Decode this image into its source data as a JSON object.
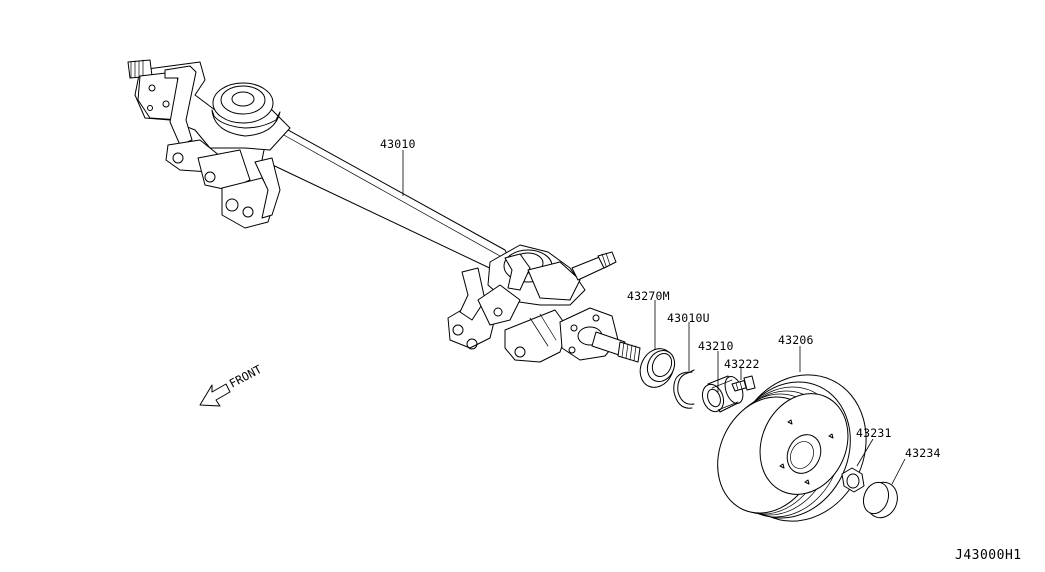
{
  "diagram": {
    "id": "J43000H1",
    "front_label": "FRONT",
    "parts": [
      {
        "key": "axle_beam",
        "number": "43010"
      },
      {
        "key": "oil_seal",
        "number": "43270M"
      },
      {
        "key": "snap_ring",
        "number": "43010U"
      },
      {
        "key": "bearing",
        "number": "43210"
      },
      {
        "key": "hub_bolt",
        "number": "43222"
      },
      {
        "key": "brake_drum",
        "number": "43206"
      },
      {
        "key": "hub_nut",
        "number": "43231"
      },
      {
        "key": "hub_cap",
        "number": "43234"
      }
    ]
  }
}
